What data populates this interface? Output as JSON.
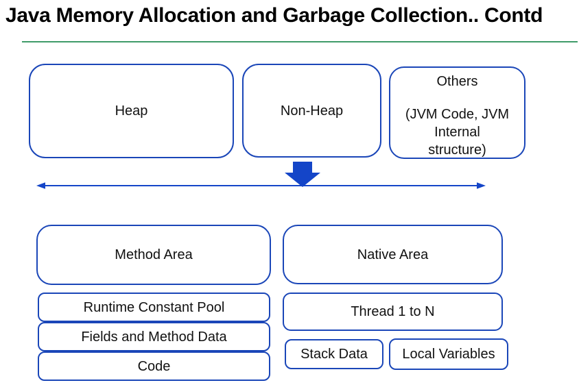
{
  "title": "Java Memory Allocation and Garbage Collection.. Contd",
  "colors": {
    "box_border": "#1a46b8",
    "arrow_fill": "#1445c8",
    "divider": "#3e9b68",
    "text": "#111111"
  },
  "top_row": {
    "heap_label": "Heap",
    "non_heap_label": "Non-Heap",
    "others_title": "Others",
    "others_subtitle": "(JVM Code, JVM\nInternal\nstructure)"
  },
  "bottom_left": {
    "method_area_label": "Method Area",
    "sub_boxes": [
      "Runtime Constant Pool",
      "Fields and Method Data",
      "Code"
    ]
  },
  "bottom_right": {
    "native_area_label": "Native Area",
    "thread_label": "Thread 1 to N",
    "stack_data_label": "Stack Data",
    "local_variables_label": "Local Variables"
  }
}
